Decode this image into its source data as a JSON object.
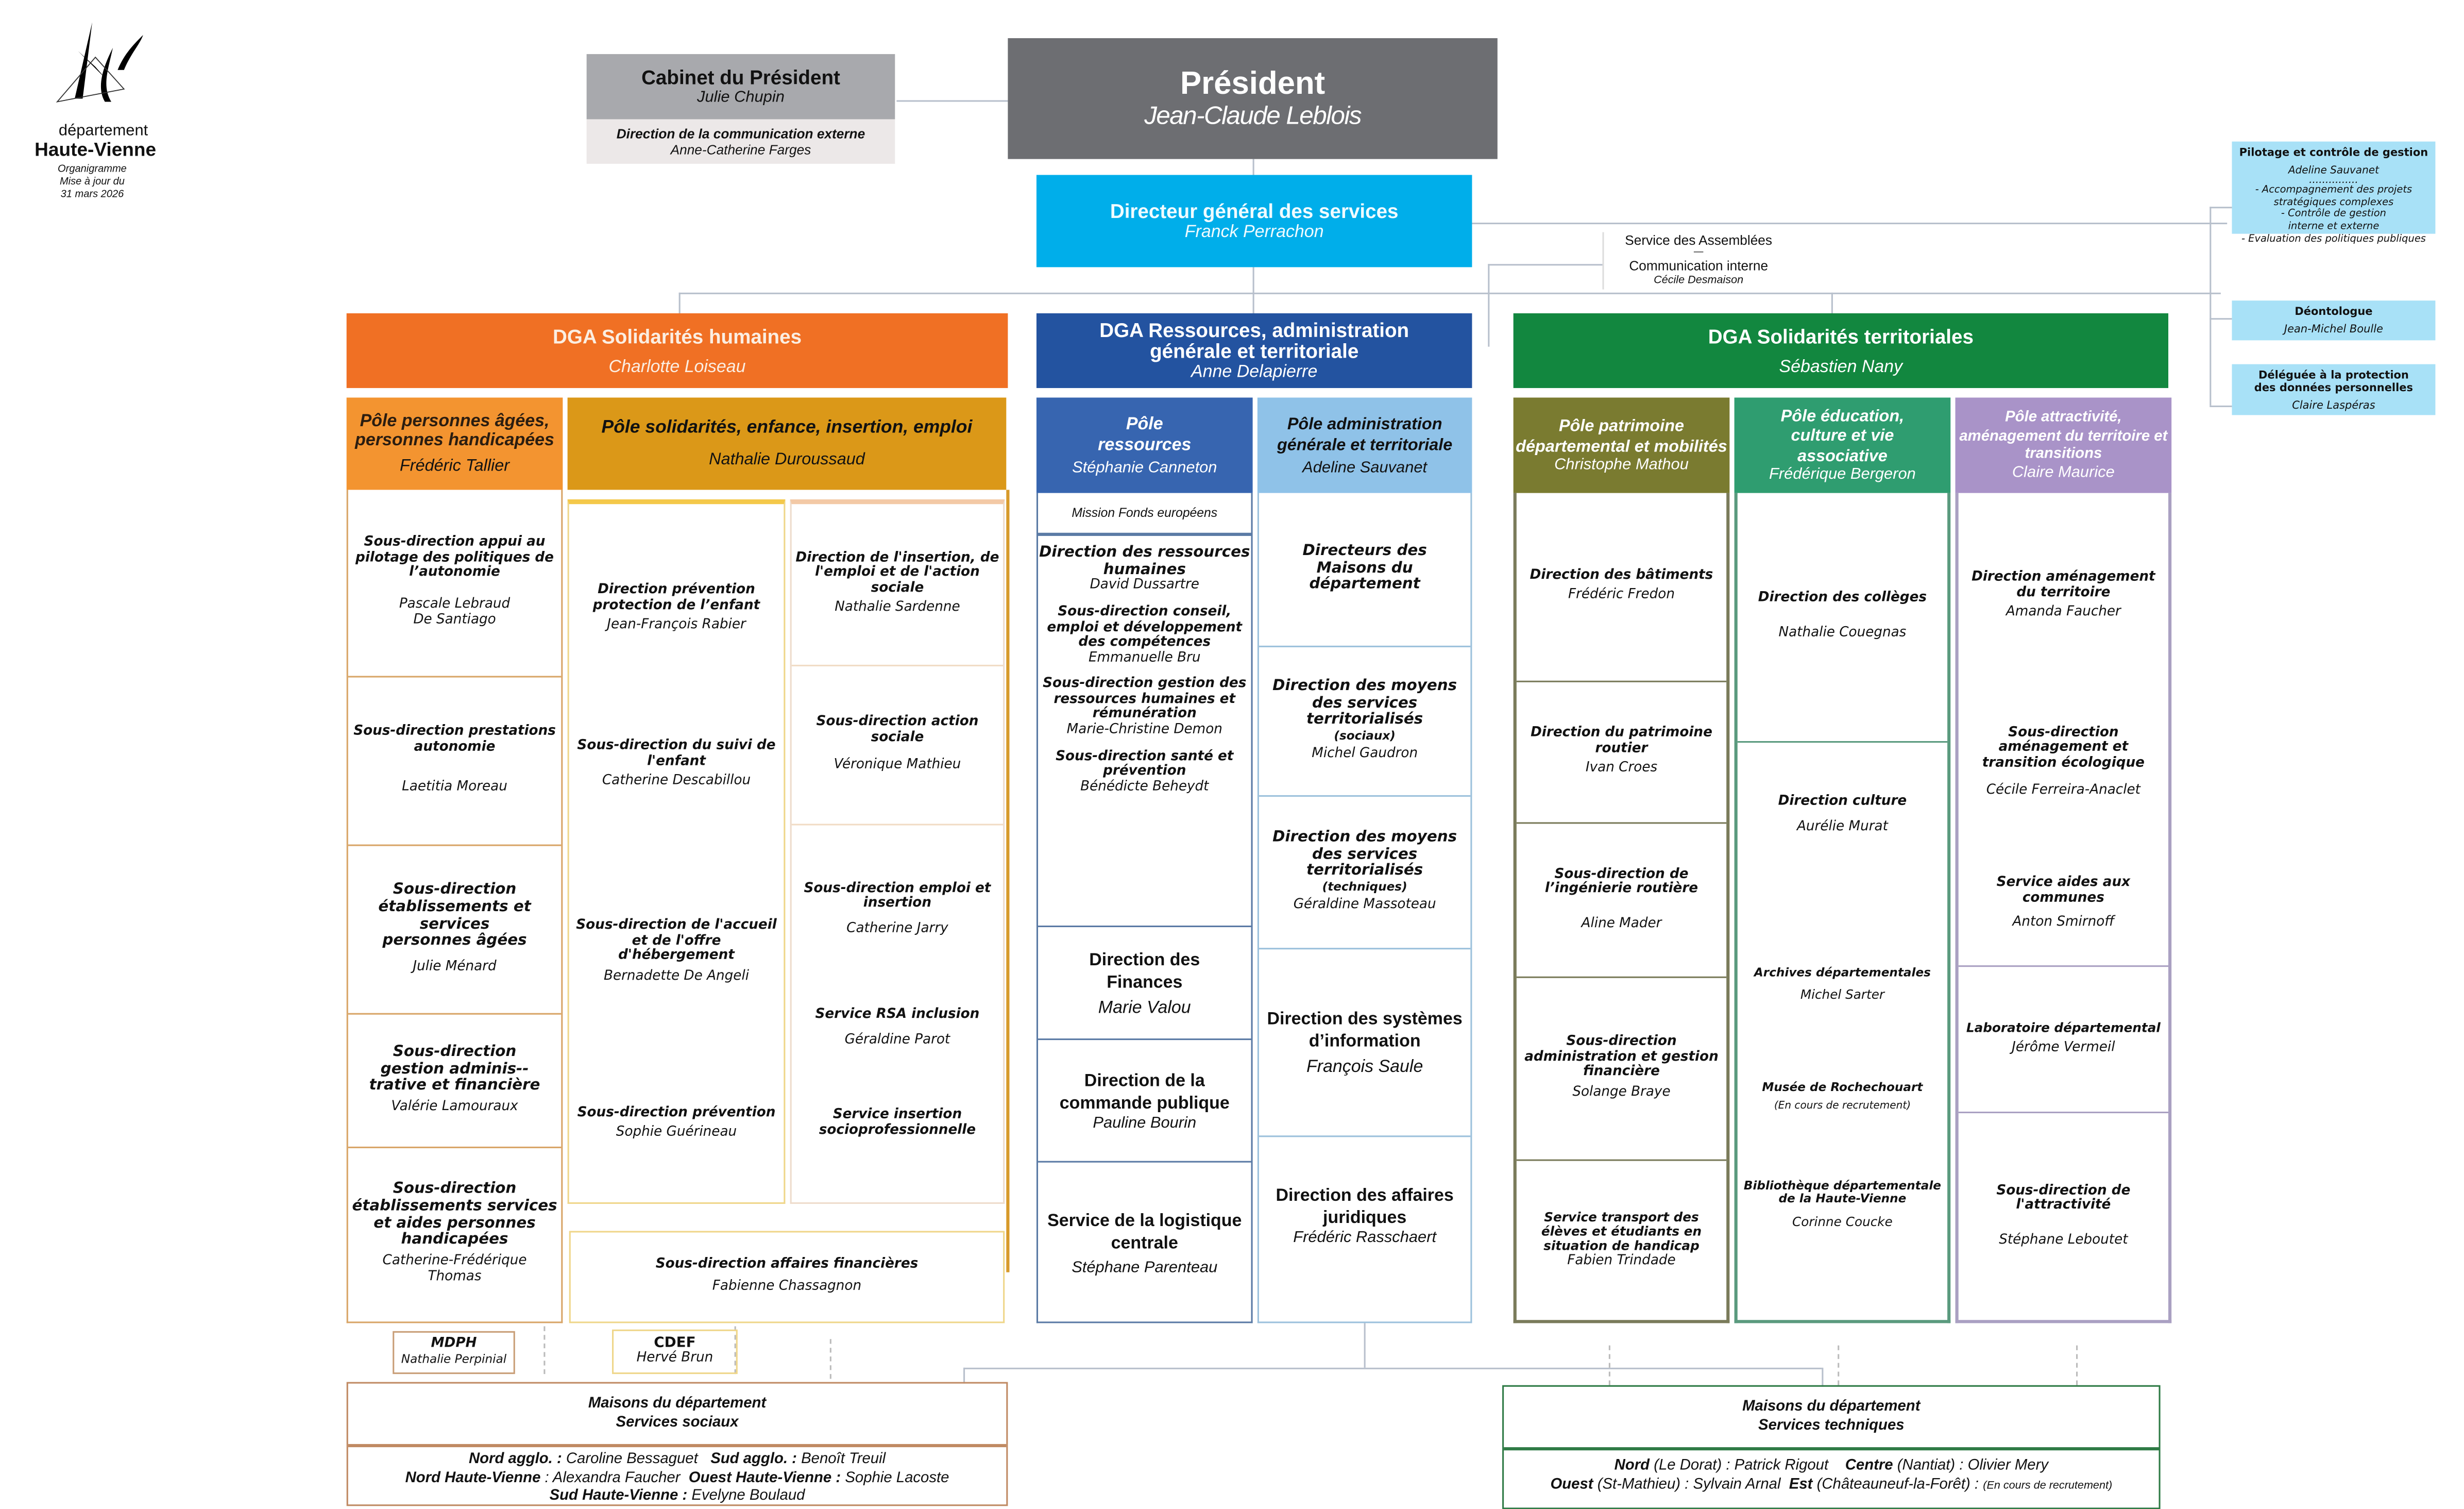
{
  "logo": {
    "line1": "département",
    "line2": "Haute-Vienne",
    "note1": "Organigramme",
    "note2": "Mise à jour du",
    "note3": "31 mars 2026"
  },
  "cabinet": {
    "title": "Cabinet du Président",
    "name": "Julie Chupin",
    "sub_title": "Direction de la communication externe",
    "sub_name": "Anne-Catherine Farges"
  },
  "president": {
    "title": "Président",
    "name": "Jean-Claude Leblois"
  },
  "dgs": {
    "title": "Directeur général des services",
    "name": "Franck Perrachon"
  },
  "assemblees": {
    "line1": "Service des Assemblées",
    "sep": "—",
    "line2": "Communication interne",
    "name": "Cécile Desmaison"
  },
  "right_boxes": [
    {
      "title": "Pilotage et contrôle de gestion",
      "name": "Adeline Sauvanet",
      "dots": "...............",
      "lines": [
        "- Accompagnement des projets",
        "stratégiques complexes",
        "- Contrôle de gestion",
        "interne et externe",
        "- Evaluation des politiques publiques"
      ]
    },
    {
      "title": "Déontologue",
      "name": "Jean-Michel Boulle"
    },
    {
      "title": "Déléguée à la protection des données personnelles",
      "name": "Claire Laspéras"
    }
  ],
  "dga": [
    {
      "title": "DGA Solidarités humaines",
      "name": "Charlotte Loiseau",
      "color": "#f07024"
    },
    {
      "title": "DGA Ressources, administration générale et territoriale",
      "name": "Anne Delapierre",
      "color": "#2353a0"
    },
    {
      "title": "DGA Solidarités territoriales",
      "name": "Sébastien Nany",
      "color": "#12873f"
    }
  ],
  "poles": {
    "pa": {
      "title": "Pôle personnes âgées, personnes handicapées",
      "name": "Frédéric Tallier",
      "color": "#f39430",
      "items": [
        {
          "title": "Sous-direction appui au pilotage des politiques de l’autonomie",
          "name": "Pascale Lebraud De Santiago"
        },
        {
          "title": "Sous-direction prestations autonomie",
          "name": "Laetitia Moreau"
        },
        {
          "title": "Sous-direction établissements et services personnes âgées",
          "name": "Julie Ménard"
        },
        {
          "title": "Sous-direction gestion adminis--trative et financière",
          "name": "Valérie Lamouraux"
        },
        {
          "title": "Sous-direction établissements services et aides personnes handicapées",
          "name": "Catherine-Frédérique Thomas"
        }
      ]
    },
    "se": {
      "title": "Pôle solidarités, enfance, insertion, emploi",
      "name": "Nathalie Duroussaud",
      "color": "#db9818",
      "col1": [
        {
          "title": "Direction prévention protection de l’enfant",
          "name": "Jean-François Rabier"
        },
        {
          "title": "Sous-direction du suivi de l'enfant",
          "name": "Catherine Descabillou"
        },
        {
          "title": "Sous-direction de l'accueil et de l'offre d'hébergement",
          "name": "Bernadette De Angeli"
        },
        {
          "title": "Sous-direction prévention",
          "name": "Sophie Guérineau"
        }
      ],
      "col2": [
        {
          "title": "Direction de l'insertion, de l'emploi et de l'action sociale",
          "name": "Nathalie Sardenne"
        },
        {
          "title": "Sous-direction action sociale",
          "name": "Véronique Mathieu"
        },
        {
          "title": "Sous-direction emploi et insertion",
          "name": "Catherine Jarry"
        },
        {
          "title": "Service RSA inclusion",
          "name": "Géraldine Parot"
        },
        {
          "title": "Service insertion socioprofessionnelle",
          "name": ""
        }
      ],
      "finance": {
        "title": "Sous-direction affaires financières",
        "name": "Fabienne Chassagnon"
      }
    },
    "res": {
      "title": "Pôle ressources",
      "name": "Stéphanie Canneton",
      "color": "#3765b0",
      "mission": "Mission Fonds européens",
      "rh": [
        {
          "title": "Direction des ressources humaines",
          "name": "David Dussartre"
        },
        {
          "title": "Sous-direction conseil, emploi et développement des compétences",
          "name": "Emmanuelle Bru"
        },
        {
          "title": "Sous-direction gestion des ressources humaines et rémunération",
          "name": "Marie-Christine Demon"
        },
        {
          "title": "Sous-direction santé et prévention",
          "name": "Bénédicte Beheydt"
        }
      ],
      "items": [
        {
          "title": "Direction des Finances",
          "name": "Marie Valou"
        },
        {
          "title": "Direction de la commande publique",
          "name": "Pauline Bourin"
        },
        {
          "title": "Service de la logistique centrale",
          "name": "Stéphane Parenteau"
        }
      ]
    },
    "adm": {
      "title": "Pôle administration générale et territoriale",
      "name": "Adeline Sauvanet",
      "color": "#8fc2e8",
      "items": [
        {
          "title": "Directeurs des Maisons du département",
          "name": ""
        },
        {
          "title": "Direction des moyens des services territorialisés",
          "sub": "(sociaux)",
          "name": "Michel Gaudron"
        },
        {
          "title": "Direction des moyens des services territorialisés",
          "sub": "(techniques)",
          "name": "Géraldine Massoteau"
        },
        {
          "title": "Direction des systèmes d’information",
          "name": "François Saule"
        },
        {
          "title": "Direction des affaires juridiques",
          "name": "Frédéric Rasschaert"
        }
      ]
    },
    "pat": {
      "title": "Pôle patrimoine départemental et mobilités",
      "name": "Christophe Mathou",
      "color": "#7a7b30",
      "items": [
        {
          "title": "Direction des bâtiments",
          "name": "Frédéric Fredon"
        },
        {
          "title": "Direction du patrimoine routier",
          "name": "Ivan Croes"
        },
        {
          "title": "Sous-direction de l’ingénierie routière",
          "name": "Aline Mader"
        },
        {
          "title": "Sous-direction administration et gestion financière",
          "name": "Solange Braye"
        },
        {
          "title": "Service transport des élèves et étudiants en situation de handicap",
          "name": "Fabien Trindade"
        }
      ]
    },
    "edu": {
      "title": "Pôle éducation, culture et vie associative",
      "name": "Frédérique Bergeron",
      "color": "#2f9d70",
      "items": [
        {
          "title": "Direction des collèges",
          "name": "Nathalie Couegnas"
        },
        {
          "title": "Direction culture",
          "name": "Aurélie Murat"
        },
        {
          "title": "Archives départementales",
          "name": "Michel Sarter"
        },
        {
          "title": "Musée de Rochechouart",
          "name": "(En cours de recrutement)"
        },
        {
          "title": "Bibliothèque départementale de la Haute-Vienne",
          "name": "Corinne Coucke"
        }
      ]
    },
    "att": {
      "title": "Pôle attractivité, aménagement du territoire et transitions",
      "name": "Claire Maurice",
      "color": "#a993c8",
      "items": [
        {
          "title": "Direction aménagement du territoire",
          "name": "Amanda Faucher"
        },
        {
          "title": "Sous-direction aménagement et transition écologique",
          "name": "Cécile Ferreira-Anaclet"
        },
        {
          "title": "Service aides aux communes",
          "name": "Anton Smirnoff"
        },
        {
          "title": "Laboratoire départemental",
          "name": "Jérôme Vermeil"
        },
        {
          "title": "Sous-direction de l'attractivité",
          "name": "Stéphane Leboutet"
        }
      ]
    }
  },
  "mdph": {
    "title": "MDPH",
    "name": "Nathalie Perpinial"
  },
  "cdef": {
    "title": "CDEF",
    "name": "Hervé Brun"
  },
  "maisons_sociaux": {
    "title": "Maisons du département",
    "subtitle": "Services sociaux",
    "rows": [
      [
        {
          "label": "Nord agglo. :",
          "value": "Caroline Bessaguet"
        },
        {
          "label": "Sud agglo. :",
          "value": "Benoît Treuil"
        }
      ],
      [
        {
          "label": "Nord Haute-Vienne",
          "value": ": Alexandra Faucher"
        },
        {
          "label": "Ouest Haute-Vienne :",
          "value": "Sophie Lacoste"
        }
      ],
      [
        {
          "label": "Sud Haute-Vienne :",
          "value": "Evelyne Boulaud"
        }
      ]
    ]
  },
  "maisons_tech": {
    "title": "Maisons du département",
    "subtitle": "Services techniques",
    "rows": [
      [
        {
          "label": "Nord",
          "place": "(Le Dorat) :",
          "value": "Patrick Rigout"
        },
        {
          "label": "Centre",
          "place": "(Nantiat) :",
          "value": "Olivier Mery"
        }
      ],
      [
        {
          "label": "Ouest",
          "place": "(St-Mathieu) :",
          "value": "Sylvain Arnal"
        },
        {
          "label": "Est",
          "place": "(Châteauneuf-la-Forêt) :",
          "value": "(En cours de recrutement)"
        }
      ]
    ]
  }
}
